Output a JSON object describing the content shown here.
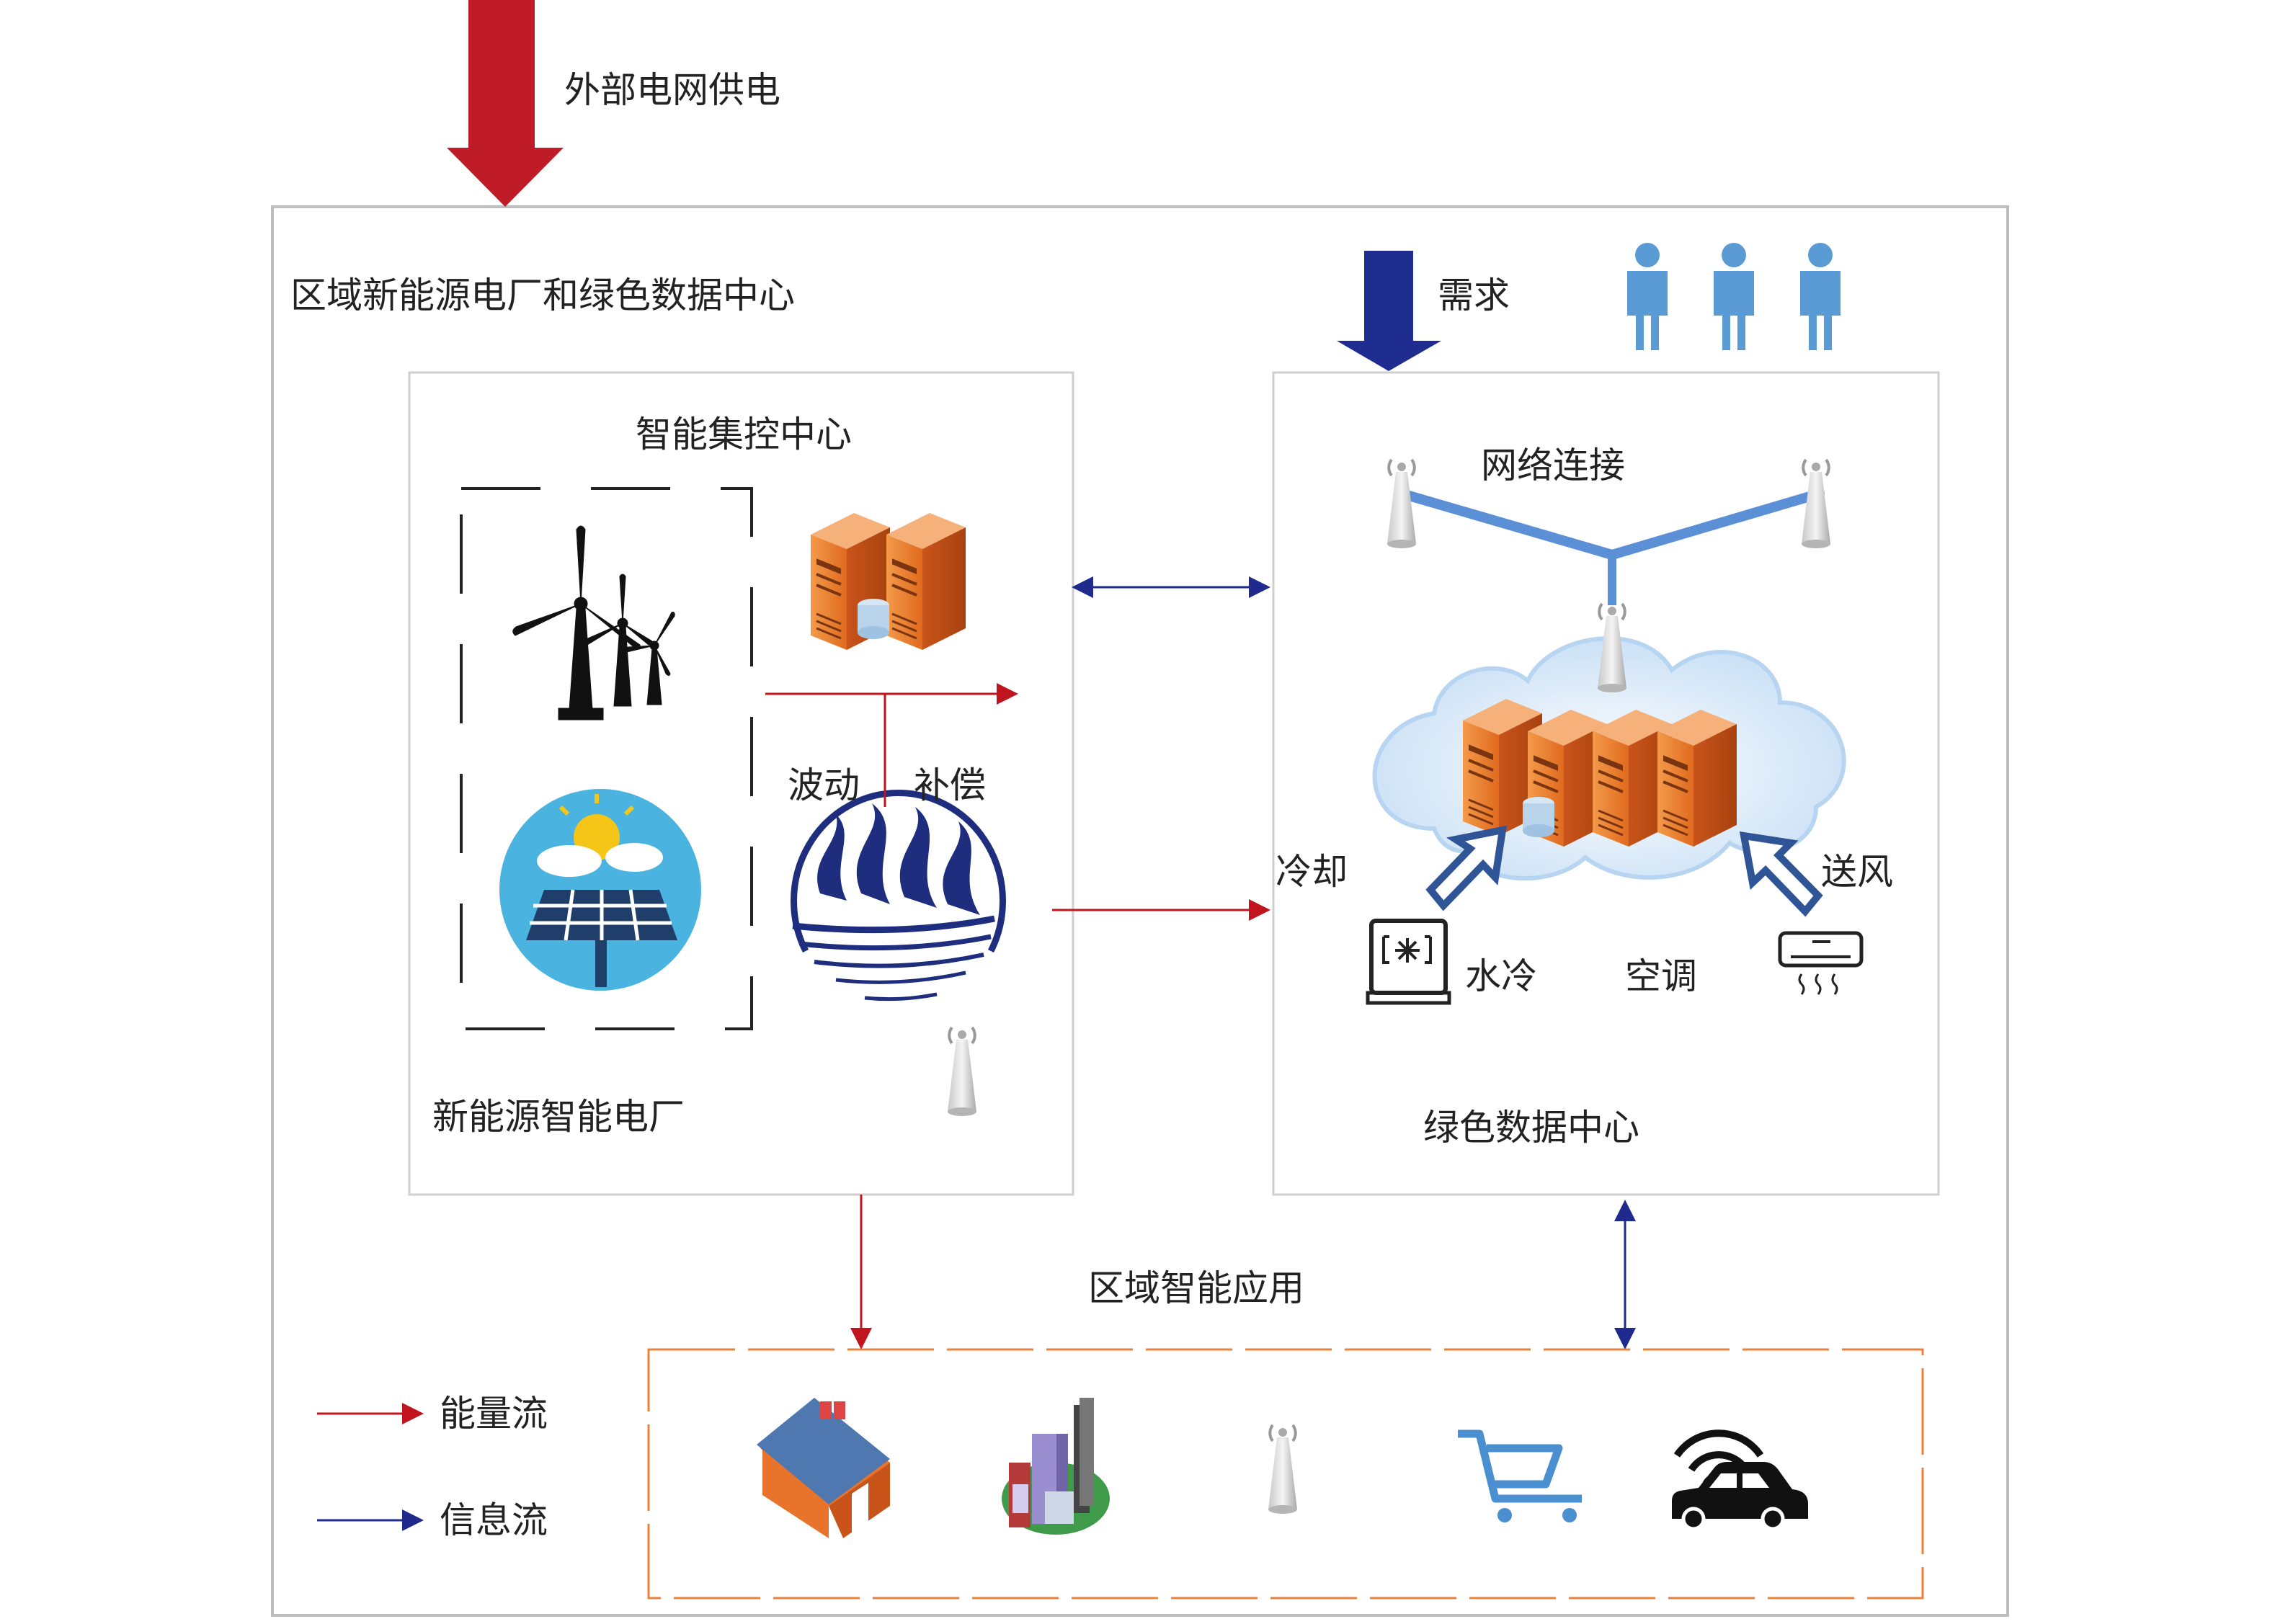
{
  "labels": {
    "external_power": "外部电网供电",
    "region_title": "区域新能源电厂和绿色数据中心",
    "demand": "需求",
    "control_center": "智能集控中心",
    "network": "网络连接",
    "fluctuation": "波动",
    "compensation": "补偿",
    "cooling": "冷却",
    "air_supply": "送风",
    "water_cooling": "水冷",
    "air_conditioning": "空调",
    "power_plant": "新能源智能电厂",
    "data_center": "绿色数据中心",
    "regional_apps": "区域智能应用"
  },
  "legend": {
    "energy_flow": "能量流",
    "info_flow": "信息流"
  },
  "colors": {
    "energy": "#c0151f",
    "info": "#1f2a8c",
    "demand_arrow": "#1e2d8f",
    "external_arrow": "#c01c28",
    "network_line": "#5b8fd6",
    "server": "#e8732a",
    "cloud": "#cfe4f7",
    "people": "#5b9bd5",
    "app_border": "#e8823c"
  },
  "icons": [
    "wind-turbine-icon",
    "solar-panel-icon",
    "server-icon",
    "hydro-logo-icon",
    "antenna-icon",
    "cloud-icon",
    "water-cooler-icon",
    "air-conditioner-icon",
    "person-icon",
    "house-icon",
    "city-buildings-icon",
    "shopping-cart-icon",
    "connected-car-icon"
  ]
}
